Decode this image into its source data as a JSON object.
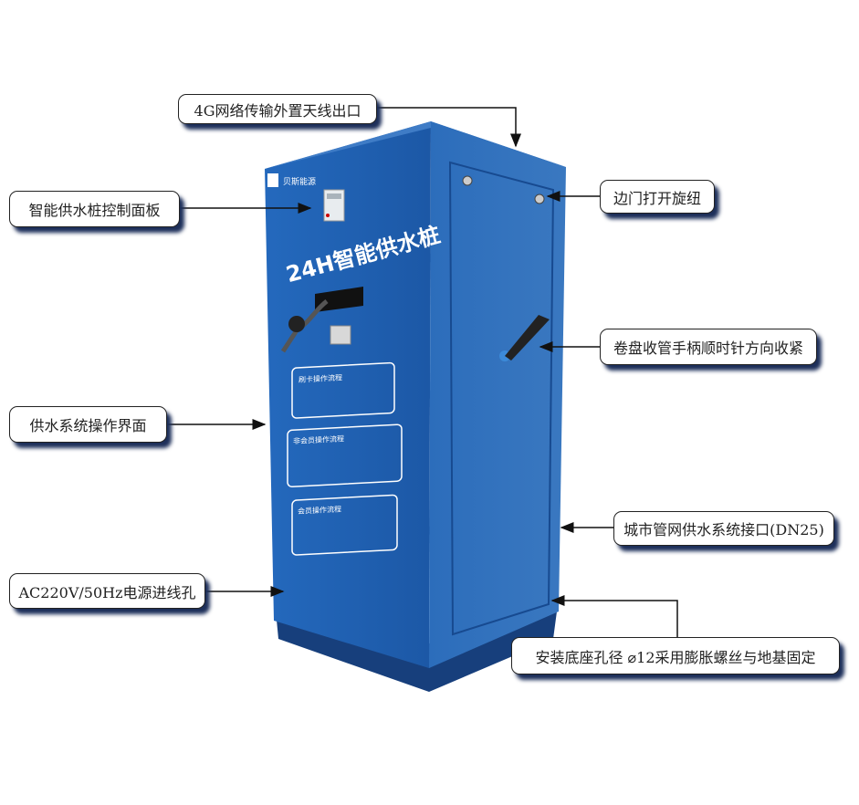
{
  "cabinet": {
    "brand": "贝斯能源",
    "title": "24H智能供水桩",
    "panels": [
      {
        "title": "刷卡操作流程"
      },
      {
        "title": "非会员操作流程"
      },
      {
        "title": "会员操作流程"
      }
    ]
  },
  "callouts": {
    "antenna": "4G网络传输外置天线出口",
    "control_panel": "智能供水桩控制面板",
    "side_door_knob": "边门打开旋纽",
    "reel_handle": "卷盘收管手柄顺时针方向收紧",
    "operation_ui": "供水系统操作界面",
    "water_inlet": "城市管网供水系统接口(DN25)",
    "power_inlet": "AC220V/50Hz电源进线孔",
    "base_mount": "安装底座孔径 ⌀12采用膨胀螺丝与地基固定"
  },
  "colors": {
    "front": "#1f5fb0",
    "side": "#2a67b4",
    "shadow": "#1d2f5a"
  }
}
